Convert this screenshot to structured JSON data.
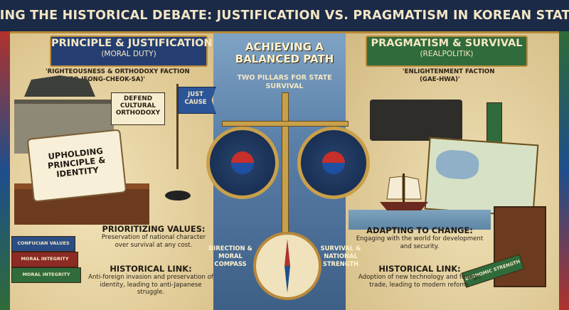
{
  "title": "EXPLORING THE HISTORICAL DEBATE: JUSTIFICATION VS. PRAGMATISM IN KOREAN STATECRAFT",
  "left": {
    "banner_title": "PRINCIPLE & JUSTIFICATION",
    "banner_sub": "(MORAL DUTY)",
    "faction_line1": "'RIGHTEOUSNESS & ORTHODOXY FACTION",
    "faction_line2": "(WEO-JEONG-CHEOK-SA)'",
    "sign_text": "DEFEND CULTURAL ORTHODOXY",
    "flag_text": "JUST CAUSE",
    "scroll_text": "UPHOLDING PRINCIPLE & IDENTITY",
    "values_heading": "PRIORITIZING VALUES:",
    "values_body": "Preservation of national character over survival at any cost.",
    "link_heading": "HISTORICAL LINK:",
    "link_body": "Anti-foreign invasion and preservation of identity, leading to anti-Japanese struggle.",
    "books": [
      "CONFUCIAN VALUES",
      "MORAL INTEGRITY",
      "MORAL INTEGRITY"
    ]
  },
  "center": {
    "title": "ACHIEVING A BALANCED PATH",
    "subtitle": "TWO PILLARS FOR STATE SURVIVAL",
    "left_label": "DIRECTION & MORAL COMPASS",
    "right_label": "SURVIVAL & NATIONAL STRENGTH"
  },
  "right": {
    "banner_title": "PRAGMATISM & SURVIVAL",
    "banner_sub": "(REALPOLITIK)",
    "faction_line1": "'ENLIGHTENMENT FACTION",
    "faction_line2": "(GAE-HWA)'",
    "adapt_heading": "ADAPTING TO CHANGE:",
    "adapt_body": "Engaging with the world for development and security.",
    "link_heading": "HISTORICAL LINK:",
    "link_body": "Adoption of new technology and foreign trade, leading to modern reform.",
    "books": [
      "ECONOMIC STRENGTH"
    ]
  },
  "colors": {
    "navy": "#1b2a47",
    "gold": "#c9a04a",
    "green": "#2f6b3b",
    "red": "#b0322c",
    "blue": "#1e4fa3"
  },
  "icons": [
    "fortress-wall-icon",
    "scroll-icon",
    "balance-scale-icon",
    "compass-rose-icon",
    "steam-train-icon",
    "sailing-ship-icon",
    "world-map-icon",
    "printing-press-icon",
    "book-stack-icon"
  ]
}
